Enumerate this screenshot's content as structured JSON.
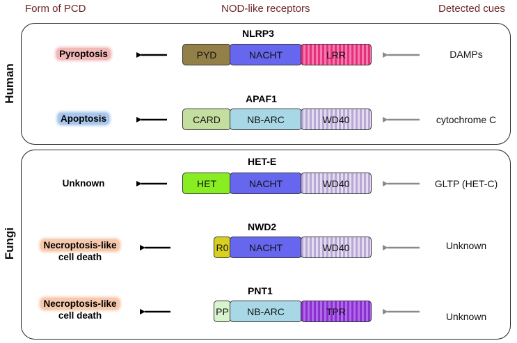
{
  "headers": {
    "form": "Form of PCD",
    "receptors": "NOD-like receptors",
    "cues": "Detected cues"
  },
  "groups": {
    "human": "Human",
    "fungi": "Fungi"
  },
  "receptors": [
    {
      "name": "NLRP3",
      "fate": "Pyroptosis",
      "fate_line2": "",
      "cue": "DAMPs",
      "domains": [
        "PYD",
        "NACHT",
        "LRR"
      ],
      "colors": [
        "#938048",
        "#6666ee",
        "#e8307a"
      ]
    },
    {
      "name": "APAF1",
      "fate": "Apoptosis",
      "fate_line2": "",
      "cue": "cytochrome C",
      "domains": [
        "CARD",
        "NB-ARC",
        "WD40"
      ],
      "colors": [
        "#c4dea0",
        "#a8d8e6",
        "#c6b8e0"
      ]
    },
    {
      "name": "HET-E",
      "fate": "Unknown",
      "fate_line2": "",
      "cue": "GLTP (HET-C)",
      "domains": [
        "HET",
        "NACHT",
        "WD40"
      ],
      "colors": [
        "#88ee22",
        "#6666ee",
        "#c6b8e0"
      ]
    },
    {
      "name": "NWD2",
      "fate": "Necroptosis-like",
      "fate_line2": "cell death",
      "cue": "Unknown",
      "domains": [
        "R0",
        "NACHT",
        "WD40"
      ],
      "colors": [
        "#d8d020",
        "#6666ee",
        "#c6b8e0"
      ]
    },
    {
      "name": "PNT1",
      "fate": "Necroptosis-like",
      "fate_line2": "cell death",
      "cue": "Unknown",
      "domains": [
        "PP",
        "NB-ARC",
        "TPR"
      ],
      "colors": [
        "#d8f4cc",
        "#a8d8e6",
        "#9a44de"
      ]
    }
  ]
}
